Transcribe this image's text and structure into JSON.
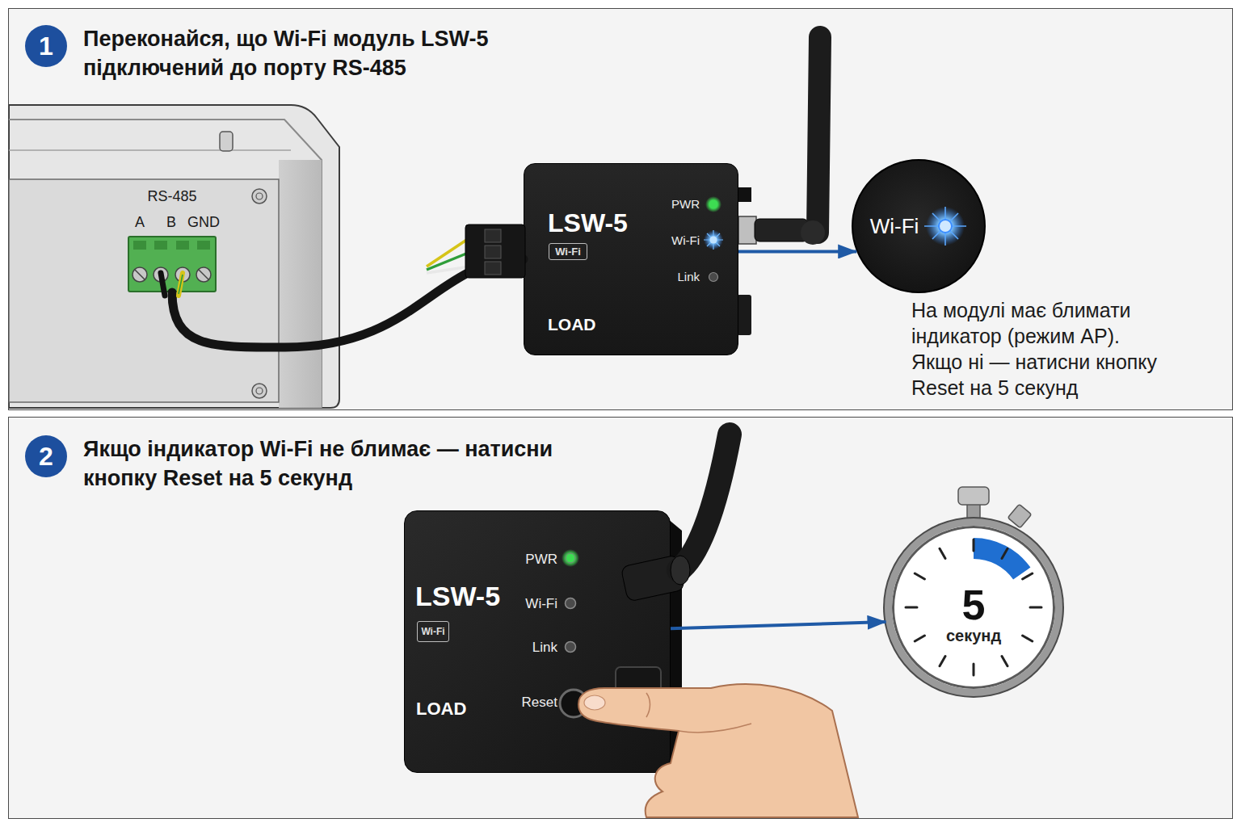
{
  "diagram": {
    "nodes": [
      {
        "text": [
          "Переконайся, що Wi-Fi модуль LSW-5 підключений до порту RS-485"
        ]
      },
      {
        "text": [
          "1"
        ],
        "in": 0
      },
      {
        "text": [
          "RS-485",
          "A",
          "B",
          "GND"
        ],
        "in": 0
      },
      {
        "text": [
          "LSW-5",
          "PWR",
          "Wi-Fi",
          "Link",
          "LOAD"
        ],
        "in": 0
      },
      {
        "text": [
          "Wi-Fi"
        ],
        "in": 3
      },
      {
        "text": [
          "Wi-Fi"
        ],
        "in": 0
      },
      {
        "text": [
          "Якщо індикатор Wi-Fi не блимає — натисни кнопку Reset на 5 секунд"
        ]
      },
      {
        "text": [
          "2"
        ],
        "in": 6
      },
      {
        "text": [
          "LSW-5",
          "PWR",
          "Wi-Fi",
          "Link",
          "LOAD",
          "Reset"
        ],
        "in": 6
      },
      {
        "text": [
          "Wi-Fi"
        ],
        "in": 8
      },
      {
        "text": [
          "5",
          "секунд"
        ],
        "in": 6
      }
    ],
    "edges": [
      {
        "from": 2,
        "to": 3,
        "arrow": "none"
      },
      {
        "from": 3,
        "to": 5,
        "arrow": "to"
      },
      {
        "from": 8,
        "to": 10,
        "arrow": "to"
      }
    ],
    "labels": [
      "На модулі має блимати індикатор (режим AP). Якщо ні — натисни кнопку Reset на 5 секунд"
    ]
  }
}
